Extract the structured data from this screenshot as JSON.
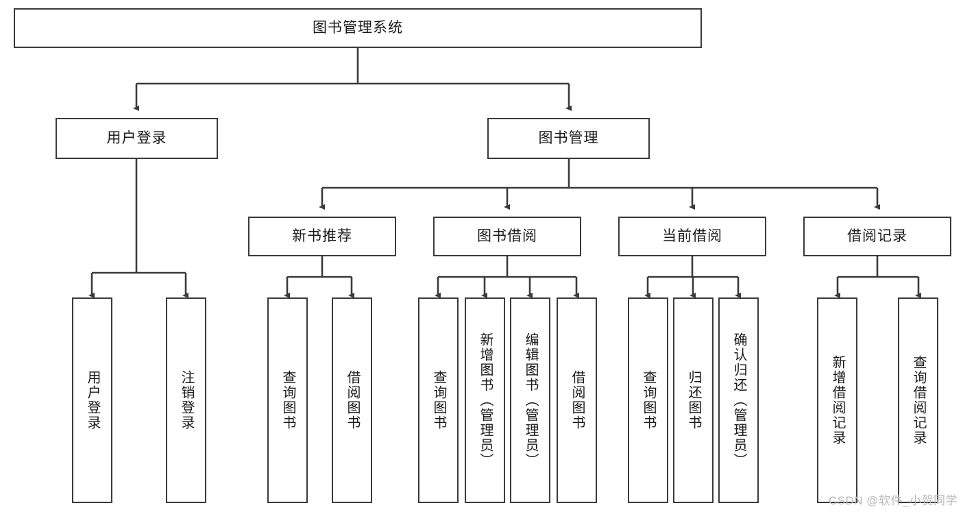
{
  "diagram": {
    "title": "图书管理系统",
    "type": "hierarchy-tree",
    "colors": {
      "border": "#3a3a3a",
      "background": "#ffffff",
      "text": "#1a1a1a",
      "watermark": "#b9b9b9"
    },
    "root": {
      "label": "图书管理系统"
    },
    "level2": [
      {
        "label": "用户登录"
      },
      {
        "label": "图书管理"
      }
    ],
    "level3": [
      {
        "label": "新书推荐"
      },
      {
        "label": "图书借阅"
      },
      {
        "label": "当前借阅"
      },
      {
        "label": "借阅记录"
      }
    ],
    "leaves": {
      "user_login": [
        {
          "label": "用户登录"
        },
        {
          "label": "注销登录"
        }
      ],
      "new_book_recommend": [
        {
          "label": "查询图书"
        },
        {
          "label": "借阅图书"
        }
      ],
      "book_borrow": [
        {
          "label": "查询图书"
        },
        {
          "label": "新增图书（管理员）"
        },
        {
          "label": "编辑图书（管理员）"
        },
        {
          "label": "借阅图书"
        }
      ],
      "current_borrow": [
        {
          "label": "查询图书"
        },
        {
          "label": "归还图书"
        },
        {
          "label": "确认归还（管理员）"
        }
      ],
      "borrow_record": [
        {
          "label": "新增借阅记录"
        },
        {
          "label": "查询借阅记录"
        }
      ]
    }
  },
  "watermark": {
    "text": "CSDN @软件_小贺同学"
  }
}
